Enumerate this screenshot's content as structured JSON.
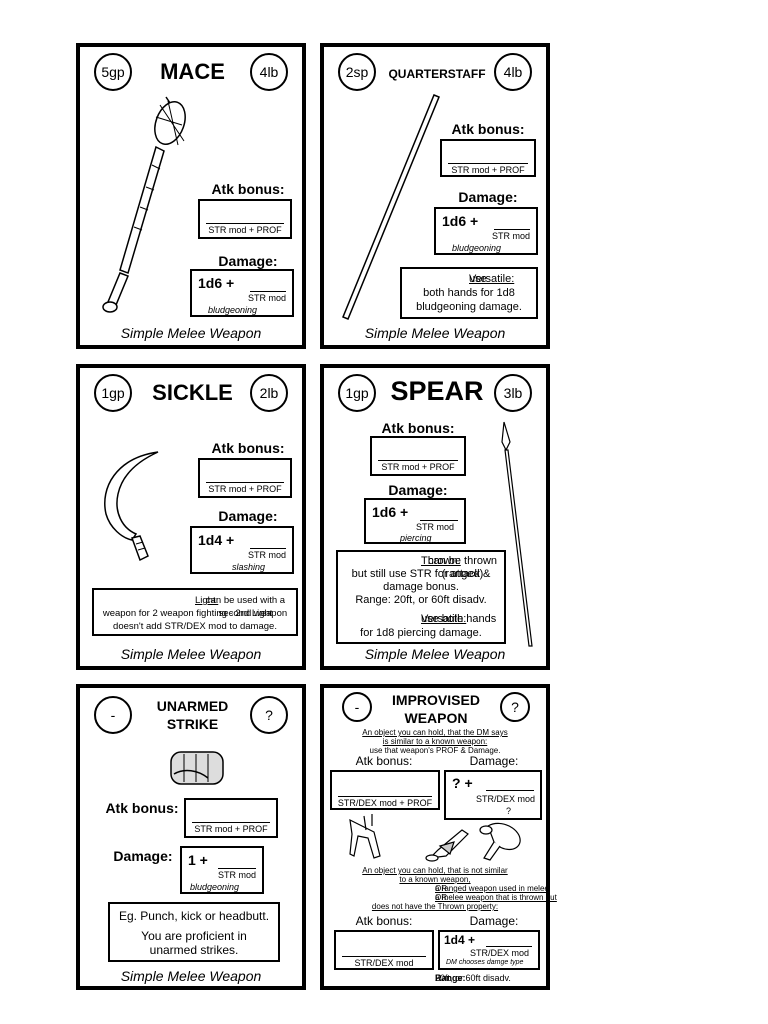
{
  "common": {
    "footer": "Simple Melee Weapon",
    "atk_label": "Atk bonus:",
    "dmg_label": "Damage:",
    "str_prof": "STR mod + PROF",
    "str_mod": "STR mod"
  },
  "mace": {
    "title": "MACE",
    "cost": "5gp",
    "weight": "4lb",
    "dice": "1d6 +",
    "type": "bludgeoning"
  },
  "quarterstaff": {
    "title": "QUARTERSTAFF",
    "cost": "2sp",
    "weight": "4lb",
    "dice": "1d6 +",
    "type": "bludgeoning",
    "note_key": "Versatile:",
    "note_line1": "use",
    "note_line2": "both hands for 1d8",
    "note_line3": "bludgeoning damage."
  },
  "sickle": {
    "title": "SICKLE",
    "cost": "1gp",
    "weight": "2lb",
    "dice": "1d4 +",
    "type": "slashing",
    "note_key": "Light:",
    "note_line1": "can be used with a second Light",
    "note_line2": "weapon for 2 weapon fighting - 2nd weapon",
    "note_line3": "doesn't add STR/DEX mod to damage."
  },
  "spear": {
    "title": "SPEAR",
    "cost": "1gp",
    "weight": "3lb",
    "dice": "1d6 +",
    "type": "piercing",
    "thrown_key": "Thrown:",
    "thrown_line1": "can be thrown (ranged)",
    "thrown_line2": "but still use STR for attack &",
    "thrown_line3": "damage bonus.",
    "thrown_line4": "Range: 20ft, or 60ft disadv.",
    "vers_key": "Versatile:",
    "vers_line1": "use both hands",
    "vers_line2": "for 1d8 piercing damage."
  },
  "unarmed": {
    "title_line1": "UNARMED",
    "title_line2": "STRIKE",
    "cost": "-",
    "weight": "?",
    "dice": "1 +",
    "type": "bludgeoning",
    "note_line1": "Eg. Punch, kick or headbutt.",
    "note_line2": "You are proficient in",
    "note_line3": "unarmed strikes."
  },
  "improvised": {
    "title_line1": "IMPROVISED",
    "title_line2": "WEAPON",
    "cost": "-",
    "weight": "?",
    "desc1_line1": "An object you can hold, that the DM says",
    "desc1_line2": "is similar to a known weapon:",
    "desc1_line3": "use that weapon's PROF & Damage.",
    "atk_label": "Atk bonus:",
    "dmg_label": "Damage:",
    "atk_sub": "STR/DEX mod + PROF",
    "dmg_dice": "? +",
    "dmg_sub": "STR/DEX mod",
    "dmg_type": "?",
    "desc2_line1": "An object you can hold, that is not similar",
    "desc2_line2": "to a known weapon,",
    "desc2_line3a": "OR",
    "desc2_line3b": "a ranged weapon used in melee",
    "desc2_line4a": "OR",
    "desc2_line4b": "a melee weapon that is thrown but",
    "desc2_line5": "does not have the Thrown property:",
    "atk2_label": "Atk bonus:",
    "dmg2_label": "Damage:",
    "atk2_sub": "STR/DEX mod",
    "dmg2_dice": "1d4 +",
    "dmg2_sub": "STR/DEX mod",
    "dmg2_type": "DM chooses damge type",
    "range_key": "Range:",
    "range_val": "20ft, or 60ft disadv."
  }
}
